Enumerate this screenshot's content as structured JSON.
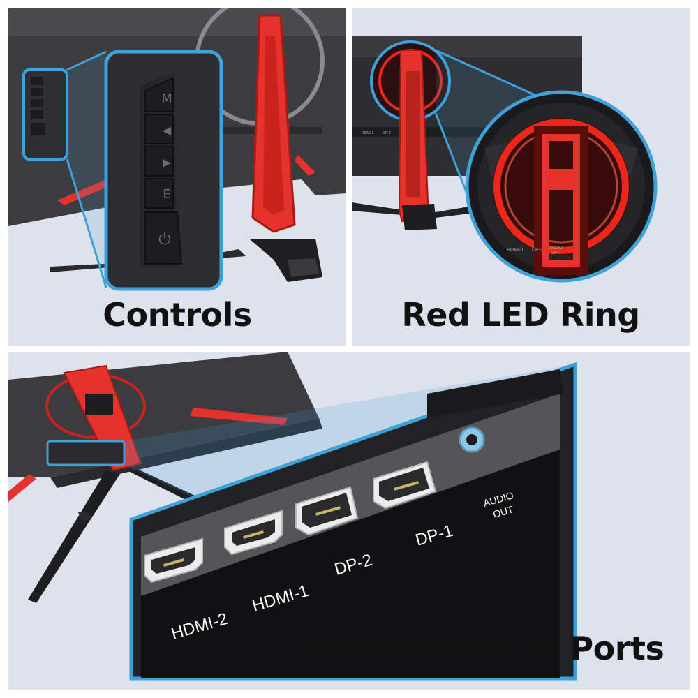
{
  "panels": {
    "controls": {
      "caption": "Controls",
      "buttons": [
        "M",
        "◀",
        "▶",
        "E",
        "⏻"
      ]
    },
    "led": {
      "caption": "Red LED Ring",
      "rear_labels": [
        "HDMI-1",
        "DP-2",
        "DP-1",
        "AUDIO",
        "OUT"
      ]
    },
    "ports": {
      "caption": "Connectivity & Ports",
      "port_labels": [
        "HDMI-2",
        "HDMI-1",
        "DP-2",
        "DP-1"
      ],
      "audio_label_line1": "AUDIO",
      "audio_label_line2": "OUT"
    }
  },
  "colors": {
    "panel_bg": "#dde2ec",
    "accent_blue": "#3da2d8",
    "stand_red": "#e5322c",
    "led_red": "#ff2a1e",
    "monitor_dark": "#2b2b2e"
  }
}
